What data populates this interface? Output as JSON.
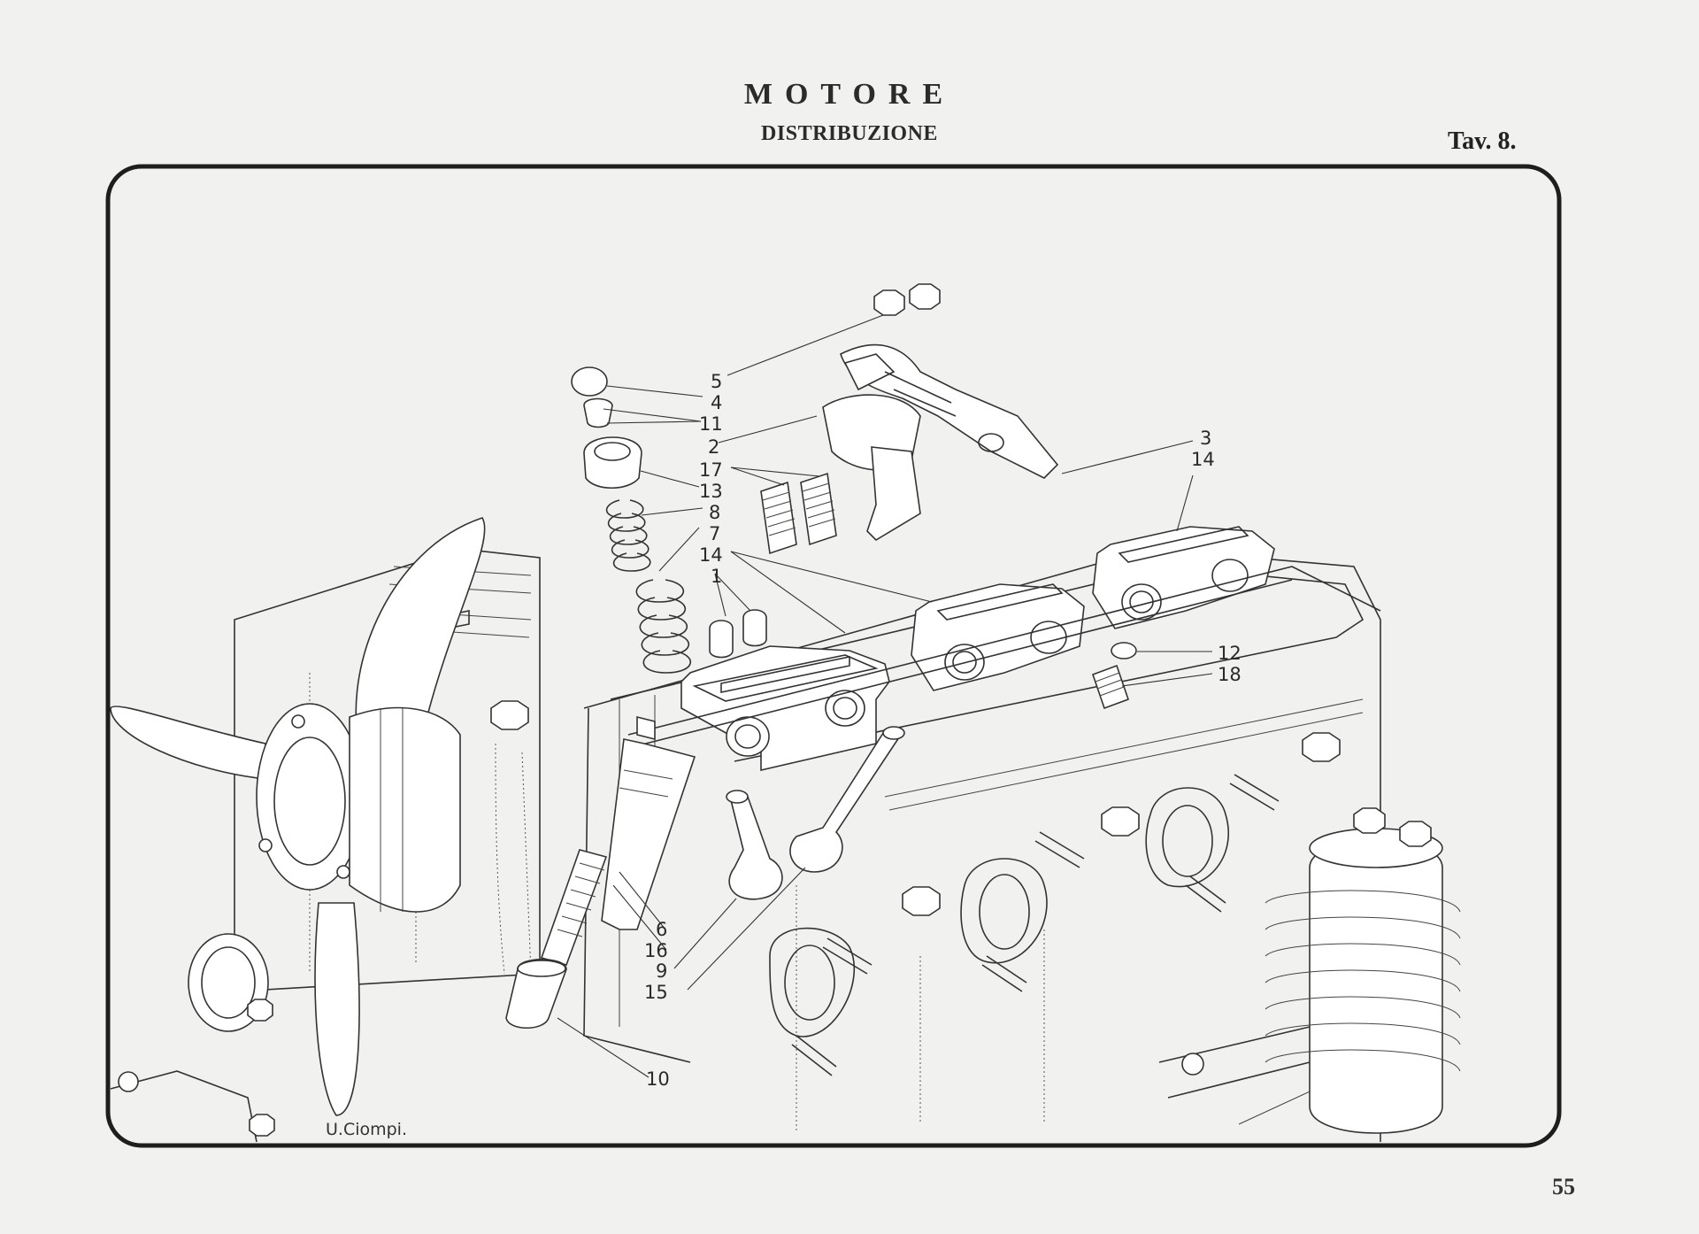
{
  "header": {
    "title": "MOTORE",
    "subtitle": "DISTRIBUZIONE",
    "plate": "Tav. 8."
  },
  "callouts": [
    "5",
    "4",
    "11",
    "2",
    "17",
    "13",
    "8",
    "7",
    "14",
    "1",
    "3",
    "14",
    "12",
    "18",
    "6",
    "16",
    "9",
    "15",
    "10"
  ],
  "signature": "U.Ciompi.",
  "page_number": "55"
}
